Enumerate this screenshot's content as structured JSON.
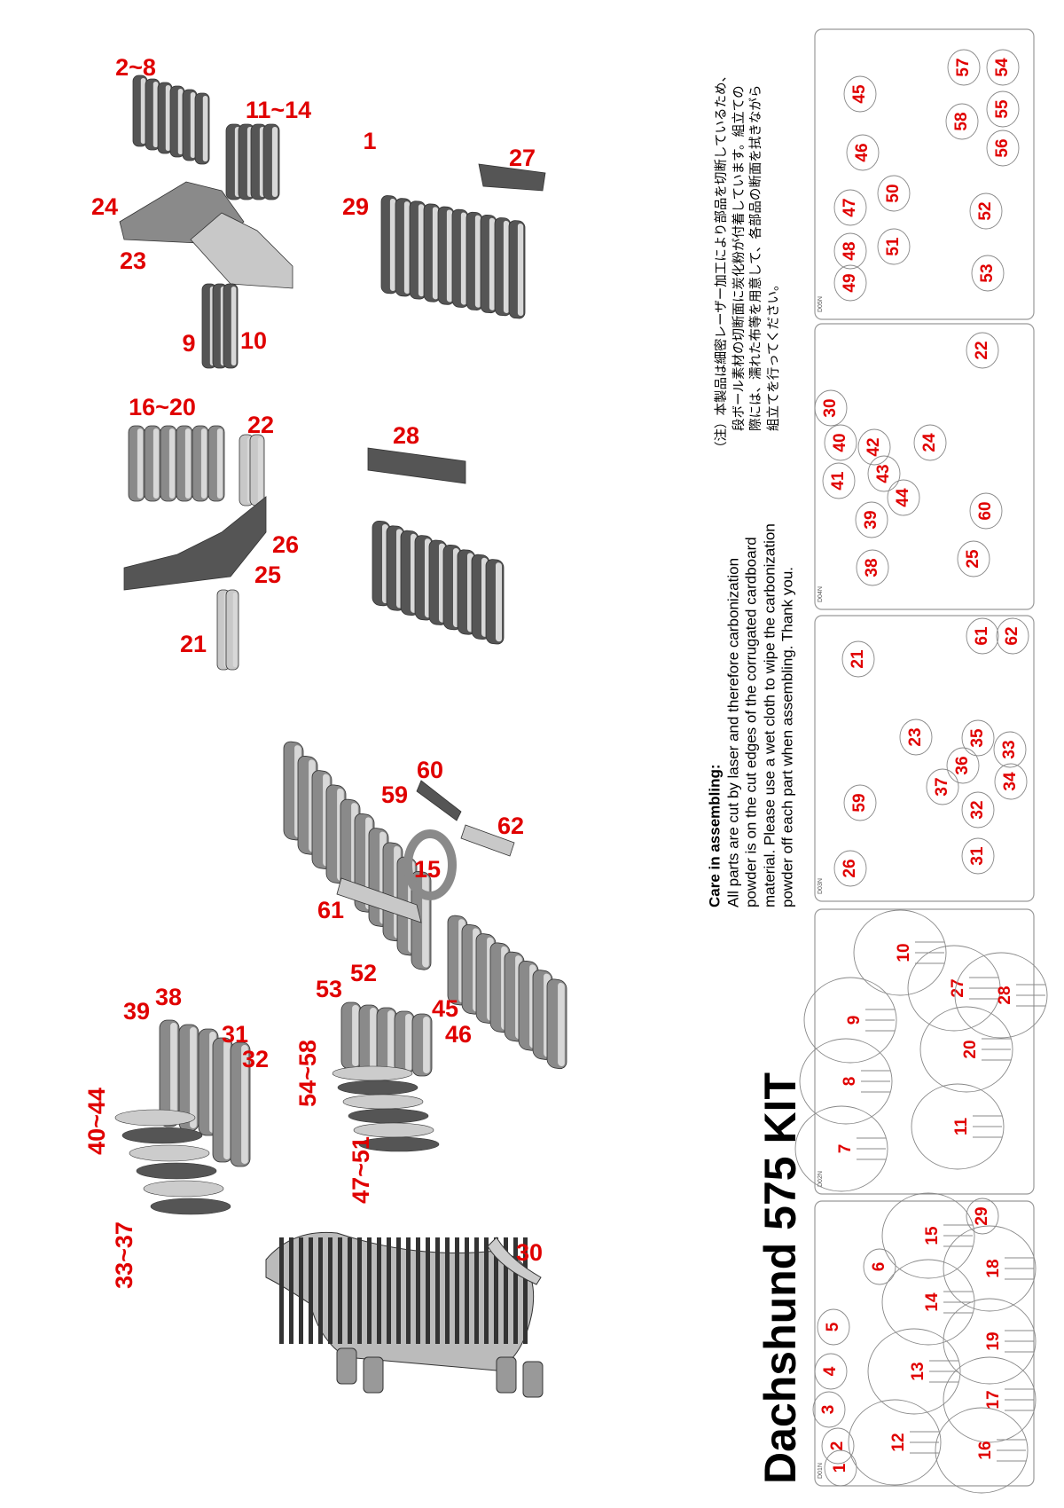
{
  "title": "Dachshund 575 KIT",
  "care": {
    "heading": "Care in assembling:",
    "lines": [
      "All parts are cut by laser and therefore carbonization",
      "powder is on the cut edges of the corrugated cardboard",
      "material. Please use a wet cloth to wipe the carbonization",
      "powder off each part when assembling. Thank you."
    ]
  },
  "note_ja": [
    "（注）本製品は細密レーザー加工により部品を切断しているため、",
    "段ボール素材の切断面に炭化粉が付着しています。組立ての",
    "際には、濡れた布等を用意して、各部品の断面を拭きながら",
    "組立てを行ってください。"
  ],
  "assembly_labels": [
    "2~8",
    "11~14",
    "1",
    "27",
    "24",
    "29",
    "23",
    "9",
    "10",
    "16~20",
    "22",
    "28",
    "26",
    "25",
    "21",
    "60",
    "59",
    "62",
    "15",
    "61",
    "52",
    "53",
    "38",
    "39",
    "45",
    "31",
    "46",
    "32",
    "54~58",
    "40~44",
    "47~51",
    "33~37",
    "30"
  ],
  "sheets": [
    {
      "code": "D05N",
      "parts": [
        "45",
        "57",
        "54",
        "58",
        "55",
        "46",
        "56",
        "50",
        "47",
        "52",
        "51",
        "48",
        "49",
        "53"
      ]
    },
    {
      "code": "D04N",
      "parts": [
        "30",
        "40",
        "42",
        "24",
        "22",
        "41",
        "43",
        "44",
        "39",
        "60",
        "38",
        "25"
      ]
    },
    {
      "code": "D03N",
      "parts": [
        "21",
        "61",
        "62",
        "23",
        "35",
        "33",
        "36",
        "37",
        "34",
        "59",
        "32",
        "31",
        "26"
      ]
    },
    {
      "code": "D02N",
      "parts": [
        "10",
        "27",
        "28",
        "9",
        "8",
        "20",
        "11",
        "7"
      ]
    },
    {
      "code": "D01N",
      "parts": [
        "29",
        "15",
        "6",
        "18",
        "14",
        "5",
        "19",
        "4",
        "13",
        "3",
        "17",
        "2",
        "12",
        "16",
        "1"
      ]
    }
  ],
  "colors": {
    "label": "#e00000",
    "part_dark": "#555555",
    "part_mid": "#8a8a8a",
    "part_light": "#c8c8c8",
    "outline": "#888888"
  }
}
